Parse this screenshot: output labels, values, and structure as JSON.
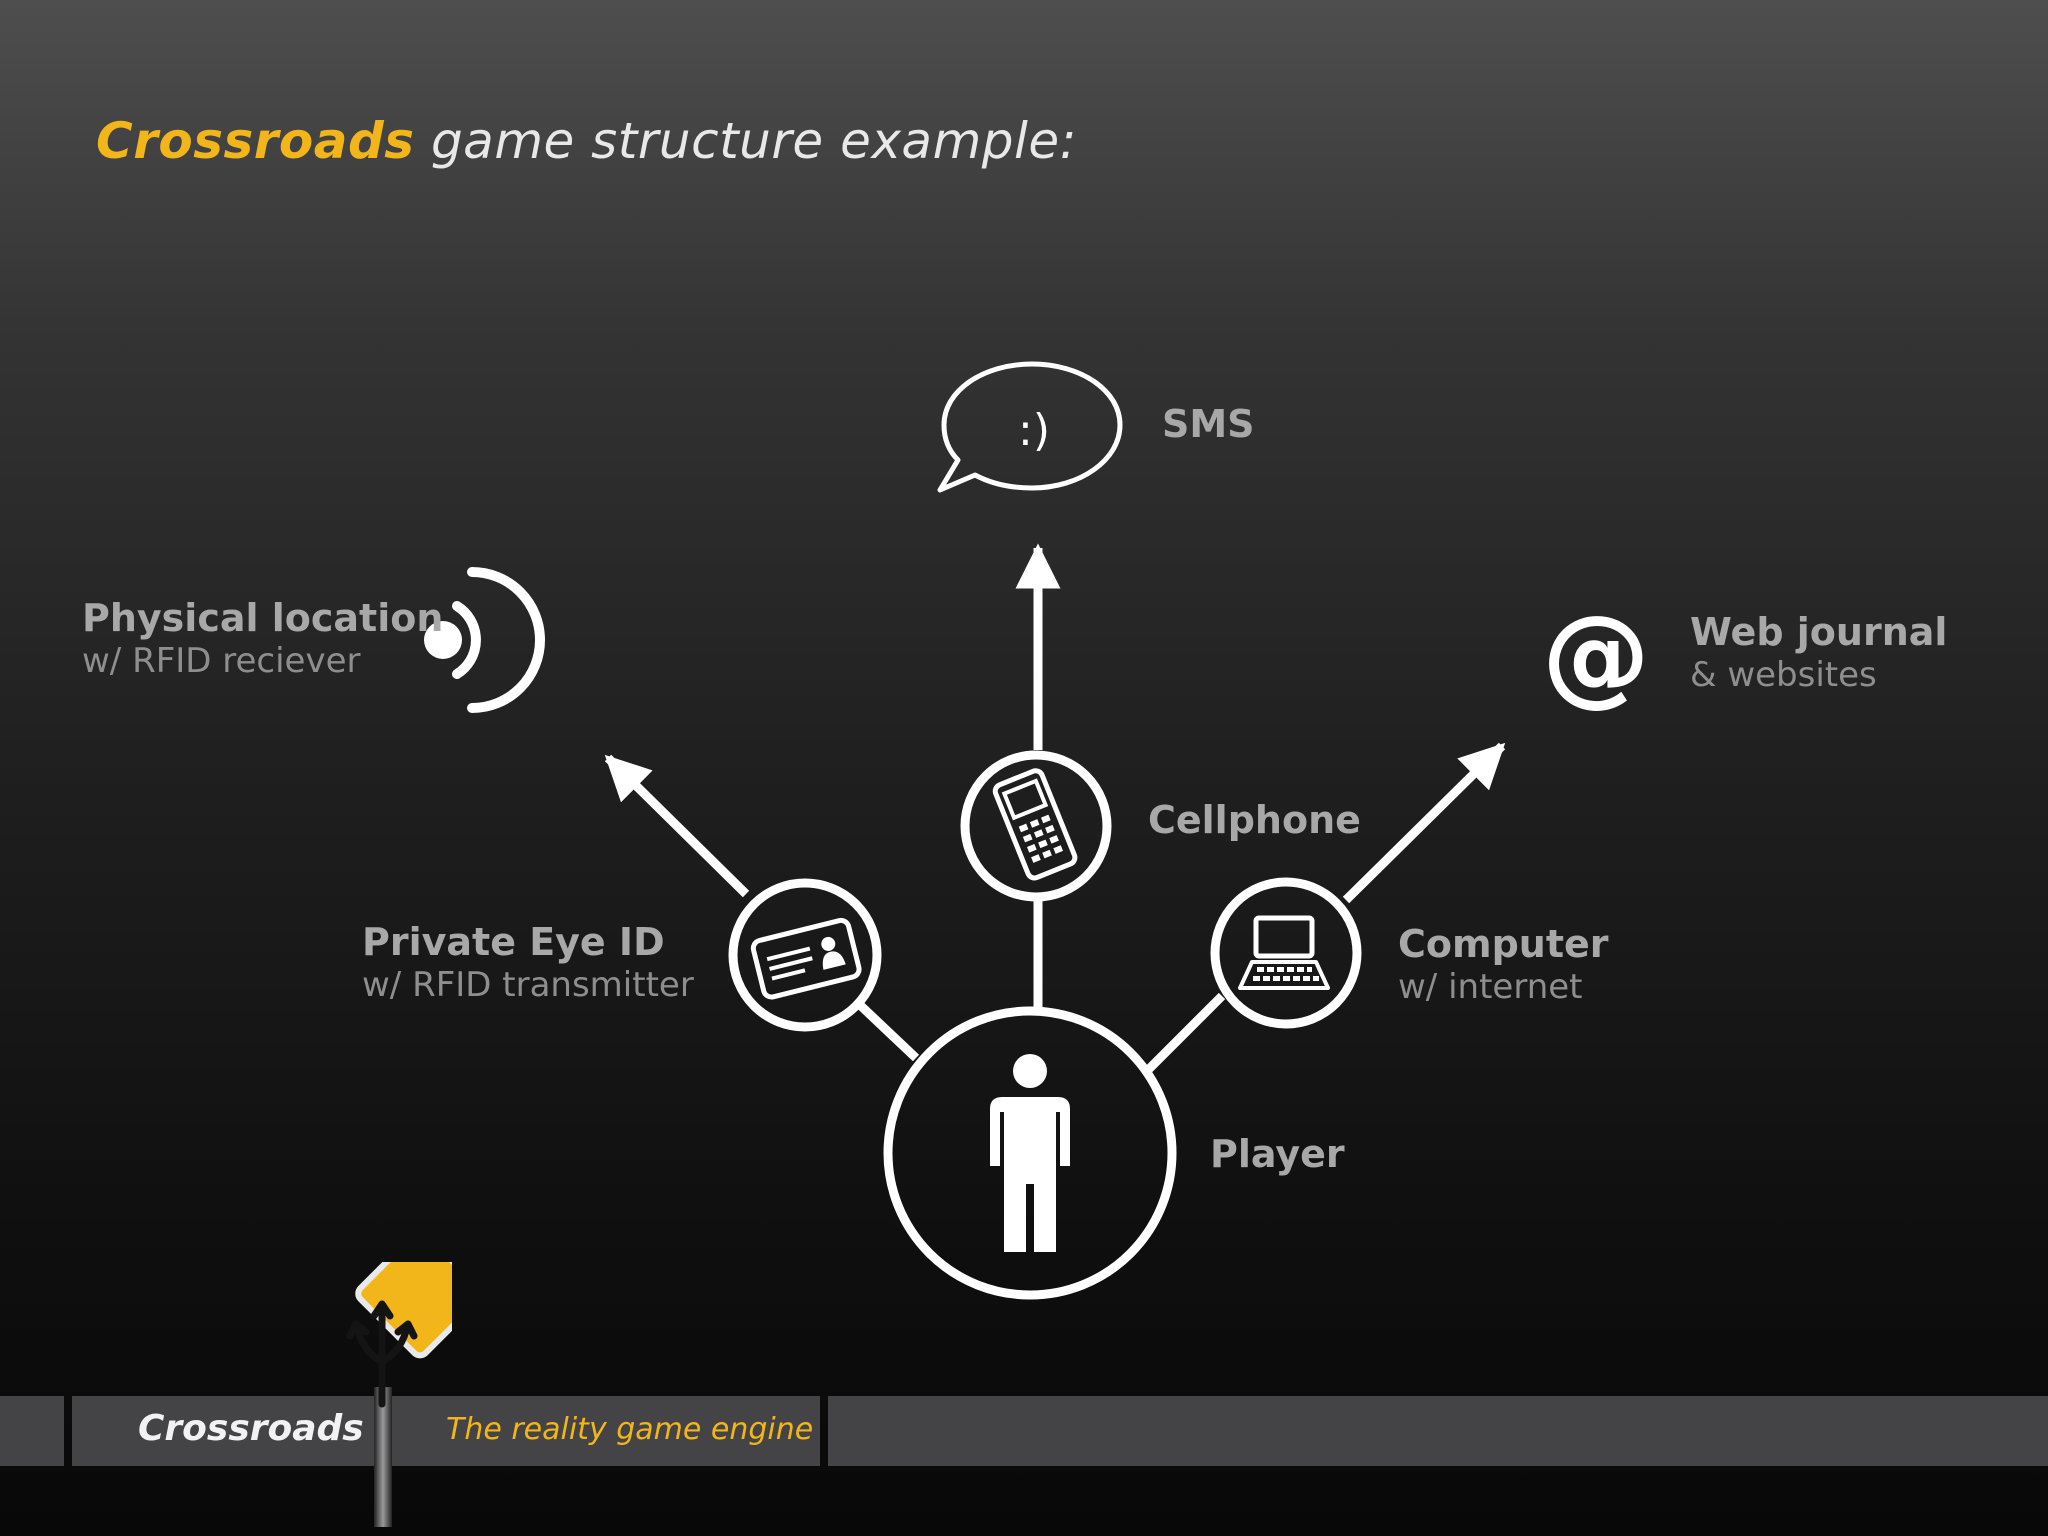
{
  "title": {
    "brand": "Crossroads",
    "rest": "game structure example:"
  },
  "nodes": {
    "sms": {
      "main": "SMS",
      "icon_text": ":)"
    },
    "physical_location": {
      "main": "Physical location",
      "sub": "w/ RFID reciever"
    },
    "web_journal": {
      "main": "Web journal",
      "sub": "& websites",
      "icon_text": "@"
    },
    "cellphone": {
      "main": "Cellphone"
    },
    "private_eye": {
      "main": "Private Eye ID",
      "sub": "w/ RFID transmitter"
    },
    "computer": {
      "main": "Computer",
      "sub": "w/ internet"
    },
    "player": {
      "main": "Player"
    }
  },
  "footer": {
    "brand": "Crossroads",
    "tagline": "The reality game engine"
  },
  "colors": {
    "accent": "#f2b51a",
    "line": "#ffffff",
    "label": "#a8a8a8",
    "footer_bar": "#444446"
  },
  "icons": [
    "speech-bubble-icon",
    "rfid-signal-icon",
    "at-sign-icon",
    "cellphone-icon",
    "id-card-icon",
    "laptop-icon",
    "person-icon",
    "crossroads-sign-icon"
  ]
}
